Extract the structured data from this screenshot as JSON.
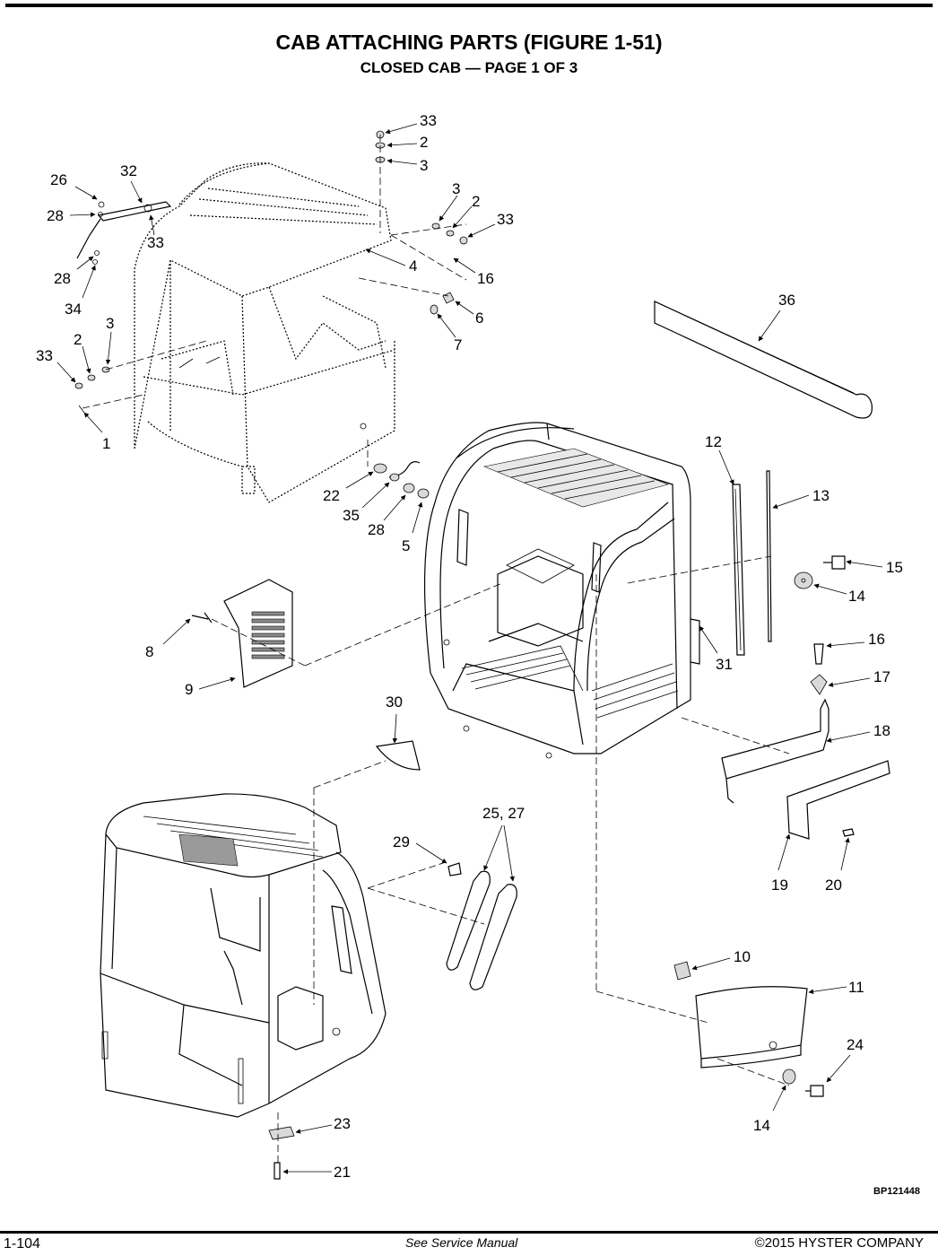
{
  "header": {
    "title": "CAB ATTACHING PARTS (FIGURE 1-51)",
    "subtitle": "CLOSED CAB — PAGE 1 OF 3"
  },
  "diagram": {
    "callouts": [
      {
        "id": "c33a",
        "text": "33"
      },
      {
        "id": "c2a",
        "text": "2"
      },
      {
        "id": "c3a",
        "text": "3"
      },
      {
        "id": "c26",
        "text": "26"
      },
      {
        "id": "c32",
        "text": "32"
      },
      {
        "id": "c28a",
        "text": "28"
      },
      {
        "id": "c33b",
        "text": "33"
      },
      {
        "id": "c28b",
        "text": "28"
      },
      {
        "id": "c34",
        "text": "34"
      },
      {
        "id": "c3b",
        "text": "3"
      },
      {
        "id": "c2b",
        "text": "2"
      },
      {
        "id": "c33c",
        "text": "33"
      },
      {
        "id": "c4",
        "text": "4"
      },
      {
        "id": "c16a",
        "text": "16"
      },
      {
        "id": "c6",
        "text": "6"
      },
      {
        "id": "c7",
        "text": "7"
      },
      {
        "id": "c36",
        "text": "36"
      },
      {
        "id": "c33d",
        "text": "33"
      },
      {
        "id": "c2c",
        "text": "2"
      },
      {
        "id": "c3c",
        "text": "3"
      },
      {
        "id": "c1",
        "text": "1"
      },
      {
        "id": "c12",
        "text": "12"
      },
      {
        "id": "c13",
        "text": "13"
      },
      {
        "id": "c22",
        "text": "22"
      },
      {
        "id": "c35",
        "text": "35"
      },
      {
        "id": "c28c",
        "text": "28"
      },
      {
        "id": "c5",
        "text": "5"
      },
      {
        "id": "c15",
        "text": "15"
      },
      {
        "id": "c14a",
        "text": "14"
      },
      {
        "id": "c8",
        "text": "8"
      },
      {
        "id": "c9",
        "text": "9"
      },
      {
        "id": "c31",
        "text": "31"
      },
      {
        "id": "c16b",
        "text": "16"
      },
      {
        "id": "c17",
        "text": "17"
      },
      {
        "id": "c18",
        "text": "18"
      },
      {
        "id": "c30",
        "text": "30"
      },
      {
        "id": "c2527",
        "text": "25, 27"
      },
      {
        "id": "c29",
        "text": "29"
      },
      {
        "id": "c19",
        "text": "19"
      },
      {
        "id": "c20",
        "text": "20"
      },
      {
        "id": "c10",
        "text": "10"
      },
      {
        "id": "c11",
        "text": "11"
      },
      {
        "id": "c24",
        "text": "24"
      },
      {
        "id": "c14b",
        "text": "14"
      },
      {
        "id": "c23",
        "text": "23"
      },
      {
        "id": "c21",
        "text": "21"
      }
    ],
    "figure_code": "BP121448"
  },
  "footer": {
    "page_number": "1-104",
    "note": "See Service Manual",
    "copyright": "©2015 HYSTER COMPANY"
  }
}
